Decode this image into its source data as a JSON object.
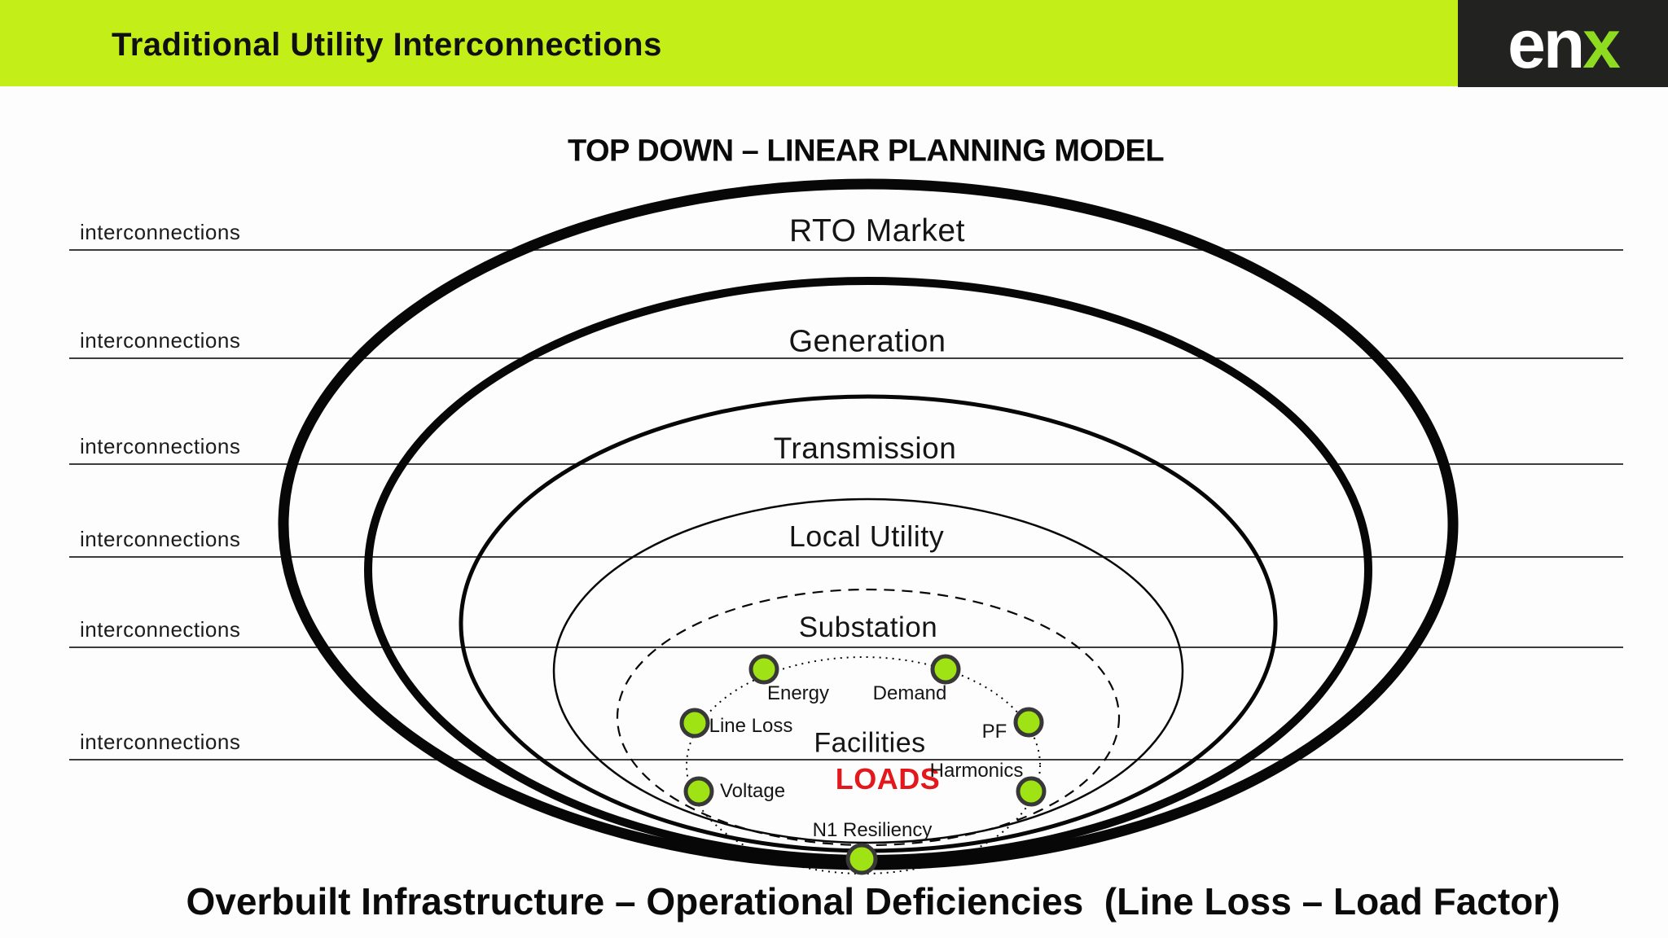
{
  "slide": {
    "header": {
      "title": "Traditional Utility Interconnections"
    },
    "logo": {
      "prefix": "en",
      "suffix": "x"
    },
    "diagram": {
      "title": "TOP DOWN – LINEAR PLANNING MODEL",
      "interconnection_label": "interconnections",
      "rings": [
        {
          "label": "RTO Market"
        },
        {
          "label": "Generation"
        },
        {
          "label": "Transmission"
        },
        {
          "label": "Local Utility"
        },
        {
          "label": "Substation"
        },
        {
          "label": "Facilities"
        }
      ],
      "core_label": "LOADS",
      "load_points": [
        {
          "label": "Energy"
        },
        {
          "label": "Demand"
        },
        {
          "label": "Line Loss"
        },
        {
          "label": "PF"
        },
        {
          "label": "Voltage"
        },
        {
          "label": "Harmonics"
        },
        {
          "label": "N1 Resiliency"
        }
      ]
    },
    "footer": "Overbuilt Infrastructure – Operational Deficiencies  (Line Loss – Load Factor)"
  },
  "colors": {
    "header_green": "#c3ee18",
    "logo_green": "#8fdb1f",
    "dot_green": "#a0e314",
    "loads_red": "#e3181d",
    "line_gray": "#3c3c3c",
    "ink": "#0d0d0d"
  }
}
